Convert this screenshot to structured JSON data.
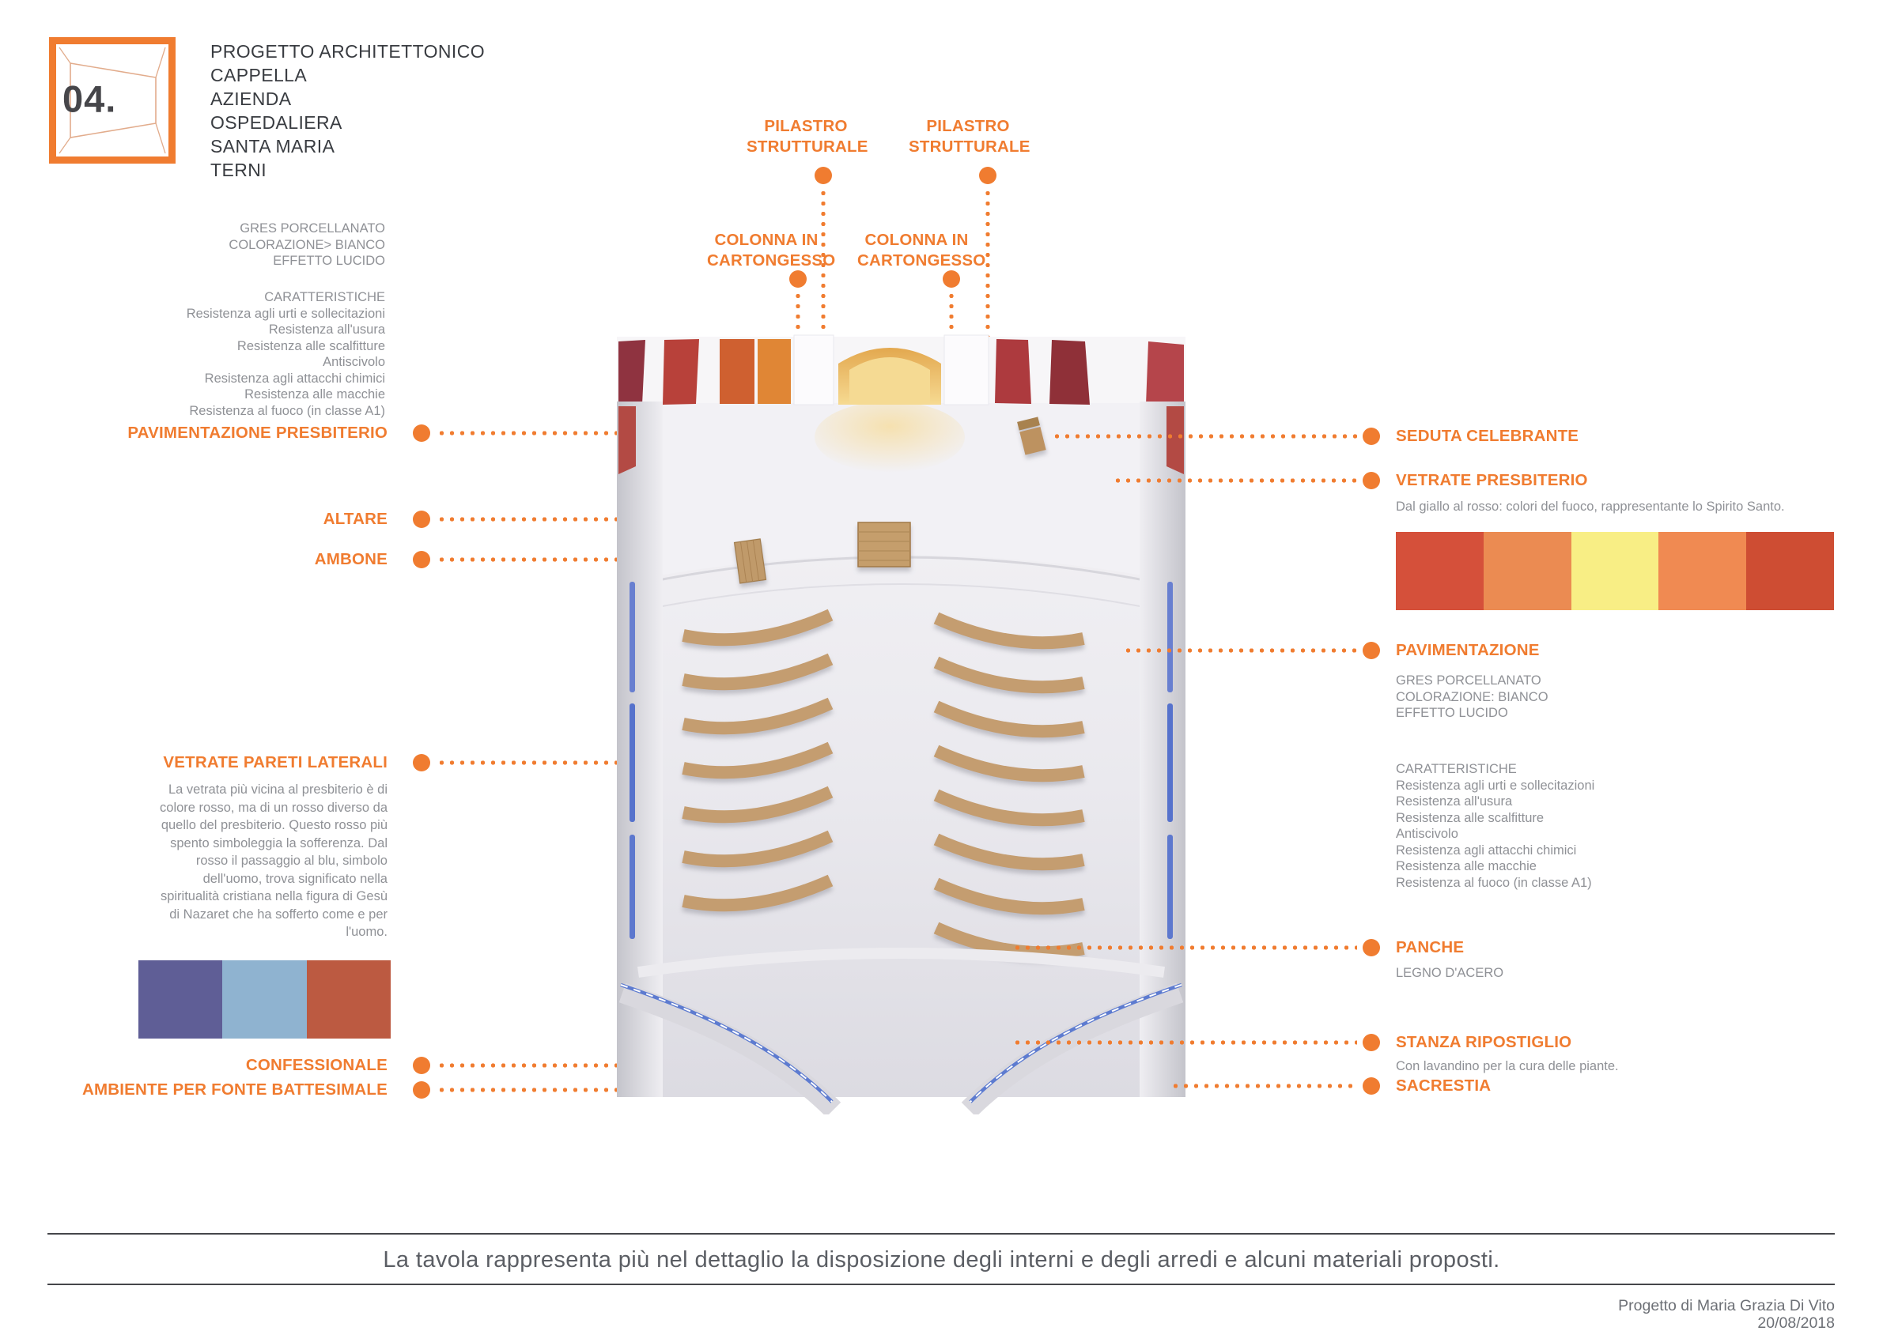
{
  "accent": "#f07c30",
  "logo": {
    "number": "04."
  },
  "header": {
    "title_lines": [
      "PROGETTO ARCHITETTONICO",
      "CAPPELLA",
      "AZIENDA",
      "OSPEDALIERA",
      "SANTA MARIA",
      "TERNI"
    ]
  },
  "shared": {
    "caratteristiche_title": "CARATTERISTICHE",
    "caratteristiche": [
      "Resistenza agli urti e sollecitazioni",
      "Resistenza all'usura",
      "Resistenza alle scalfitture",
      "Antiscivolo",
      "Resistenza agli attacchi chimici",
      "Resistenza alle macchie",
      "Resistenza al fuoco (in classe A1)"
    ]
  },
  "left": {
    "material_lines": [
      "GRES PORCELLANATO",
      "COLORAZIONE> BIANCO",
      "EFFETTO LUCIDO"
    ],
    "labels": {
      "pavimentazione_presbiterio": "PAVIMENTAZIONE PRESBITERIO",
      "altare": "ALTARE",
      "ambone": "AMBONE",
      "vetrate_pareti_laterali": "VETRATE PARETI LATERALI",
      "confessionale": "CONFESSIONALE",
      "ambiente_fonte_battesimale": "AMBIENTE PER FONTE BATTESIMALE"
    },
    "vetrate_paragraph": "La vetrata più vicina al presbiterio è di colore rosso, ma di un rosso diverso da quello del presbiterio. Questo rosso più spento simboleggia la sofferenza. Dal rosso il passaggio al blu, simbolo dell'uomo, trova significato nella spiritualità cristiana nella figura di Gesù di Nazaret che ha sofferto come e per l'uomo.",
    "swatches": [
      "#5f5e96",
      "#8fb3d0",
      "#bc5a41"
    ]
  },
  "top_labels": {
    "pilastro": "PILASTRO STRUTTURALE",
    "colonna": "COLONNA IN CARTONGESSO"
  },
  "right": {
    "seduta_celebrante": "SEDUTA CELEBRANTE",
    "vetrate_presbiterio": "VETRATE PRESBITERIO",
    "vetrate_paragraph": "Dal giallo al rosso: colori del fuoco, rappresentante lo Spirito Santo.",
    "fire_swatches": [
      "#d5503a",
      "#eb8b52",
      "#f8ee85",
      "#f08a52",
      "#ce4d33"
    ],
    "pavimentazione": "PAVIMENTAZIONE",
    "material_lines": [
      "GRES PORCELLANATO",
      "COLORAZIONE: BIANCO",
      "EFFETTO LUCIDO"
    ],
    "panche": "PANCHE",
    "panche_material": "LEGNO D'ACERO",
    "stanza_ripostiglio": "STANZA RIPOSTIGLIO",
    "stanza_note": "Con lavandino per la cura delle piante.",
    "sacrestia": "SACRESTIA"
  },
  "footer": {
    "caption": "La tavola rappresenta più nel dettaglio la disposizione degli interni e degli arredi e alcuni materiali proposti.",
    "credit_name": "Progetto di Maria Grazia Di Vito",
    "credit_date": "20/08/2018"
  }
}
